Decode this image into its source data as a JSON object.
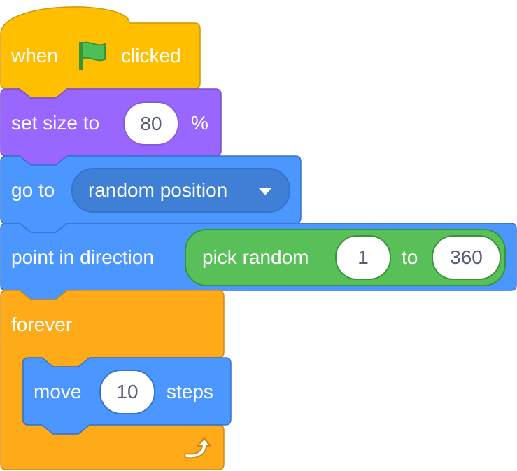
{
  "colors": {
    "events": "#ffbf00",
    "looks": "#9966ff",
    "motion": "#4c97ff",
    "operators": "#59c059",
    "control": "#ffab19"
  },
  "hat_block": {
    "label_when": "when",
    "icon": "green-flag-icon",
    "label_clicked": "clicked"
  },
  "set_size_block": {
    "label": "set size to",
    "value": "80",
    "suffix": "%"
  },
  "go_to_block": {
    "label": "go to",
    "target": "random position"
  },
  "point_block": {
    "label": "point in direction",
    "reporter": {
      "label": "pick random",
      "from_value": "1",
      "to_label": "to",
      "to_value": "360"
    }
  },
  "forever_block": {
    "label": "forever",
    "loop_icon": "loop-arrow-icon"
  },
  "move_block": {
    "label": "move",
    "value": "10",
    "suffix": "steps"
  }
}
